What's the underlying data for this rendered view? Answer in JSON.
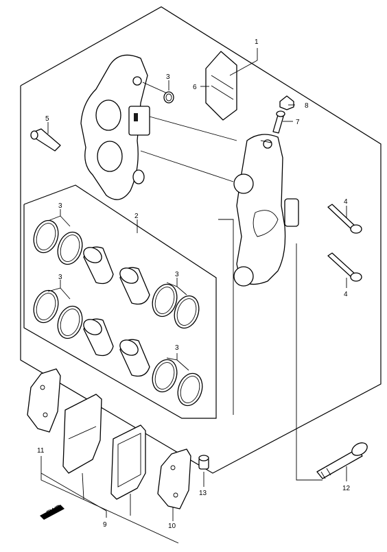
{
  "diagram": {
    "callouts": {
      "p1": "1",
      "p2": "2",
      "p3a": "3",
      "p3b": "3",
      "p3c": "3",
      "p3d": "3",
      "p3e": "3",
      "p4a": "4",
      "p4b": "4",
      "p5": "5",
      "p6": "6",
      "p7": "7",
      "p8": "8",
      "p9": "9",
      "p10": "10",
      "p11": "11",
      "p12": "12",
      "p13": "13"
    },
    "fwd_label": "FWD"
  }
}
